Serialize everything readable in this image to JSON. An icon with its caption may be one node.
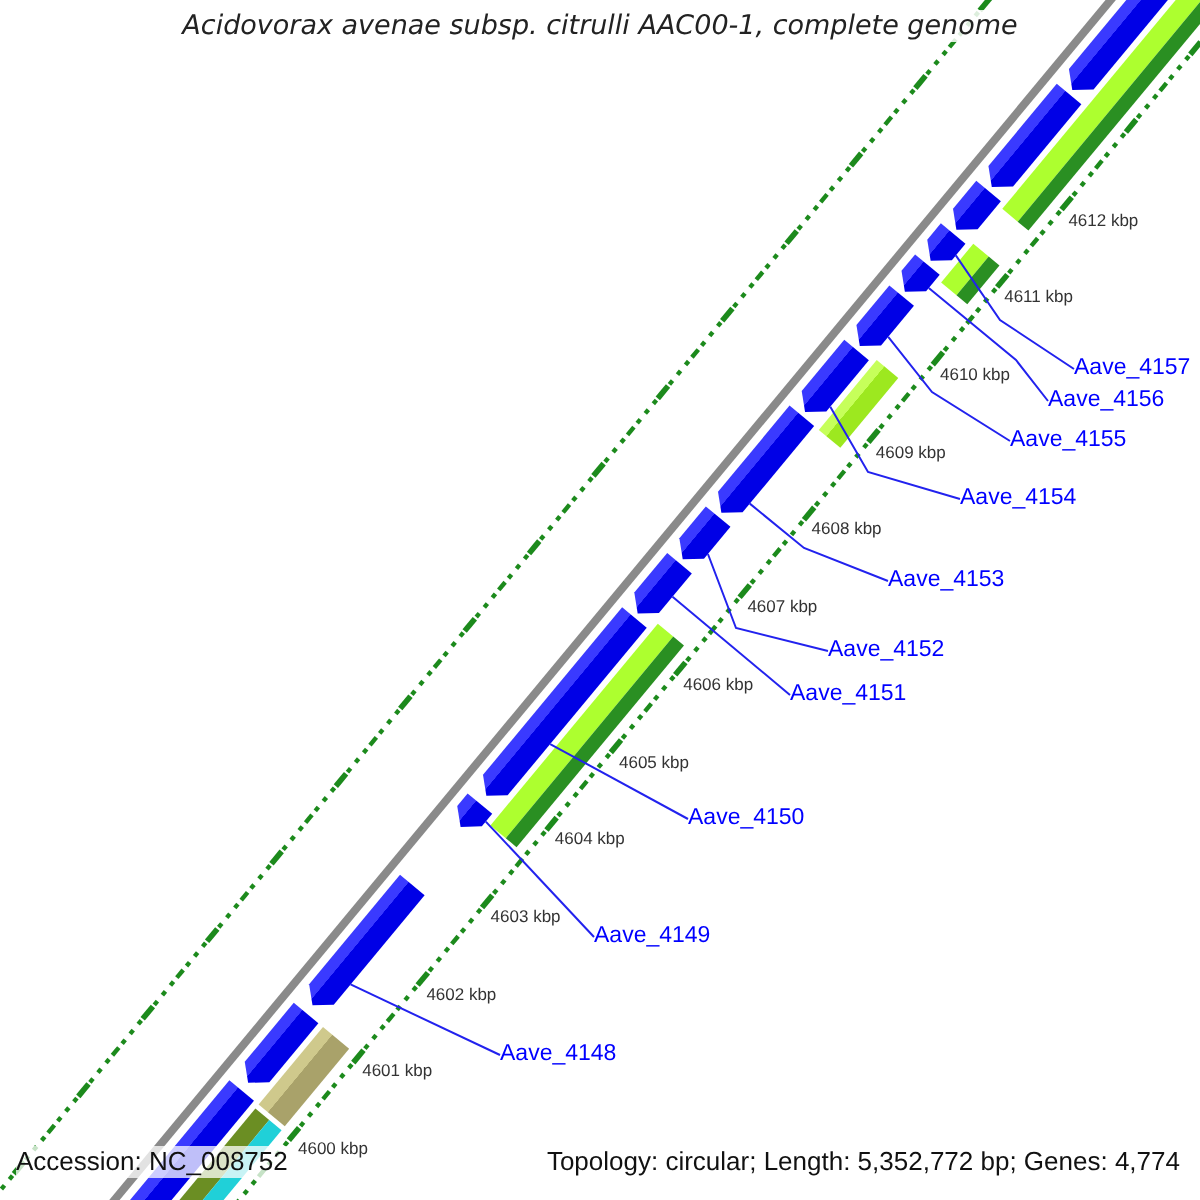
{
  "diagram": {
    "title": "Acidovorax avenae subsp. citrulli AAC00-1, complete genome",
    "nodes": [
      {
        "text": [
          "Aave_4157"
        ]
      },
      {
        "text": [
          "Aave_4156"
        ]
      },
      {
        "text": [
          "Aave_4155"
        ]
      },
      {
        "text": [
          "Aave_4154"
        ]
      },
      {
        "text": [
          "Aave_4153"
        ]
      },
      {
        "text": [
          "Aave_4152"
        ]
      },
      {
        "text": [
          "Aave_4151"
        ]
      },
      {
        "text": [
          "Aave_4150"
        ]
      },
      {
        "text": [
          "Aave_4149"
        ]
      },
      {
        "text": [
          "Aave_4148"
        ]
      },
      {
        "text": [],
        "shape": "arrow"
      },
      {
        "text": [],
        "shape": "arrow"
      },
      {
        "text": [],
        "shape": "arrow"
      },
      {
        "text": [],
        "shape": "arrow"
      },
      {
        "text": [],
        "shape": "arrow"
      },
      {
        "text": [],
        "shape": "arrow"
      },
      {
        "text": [],
        "shape": "arrow"
      },
      {
        "text": [],
        "shape": "arrow"
      },
      {
        "text": [],
        "shape": "arrow"
      },
      {
        "text": [],
        "shape": "arrow"
      }
    ],
    "edges": [
      {
        "from": 0,
        "to": 19,
        "arrow": "none"
      },
      {
        "from": 1,
        "to": 18,
        "arrow": "none"
      },
      {
        "from": 2,
        "to": 17,
        "arrow": "none"
      },
      {
        "from": 3,
        "to": 16,
        "arrow": "none"
      },
      {
        "from": 4,
        "to": 15,
        "arrow": "none"
      },
      {
        "from": 5,
        "to": 14,
        "arrow": "none"
      },
      {
        "from": 6,
        "to": 13,
        "arrow": "none"
      },
      {
        "from": 7,
        "to": 12,
        "arrow": "none"
      },
      {
        "from": 8,
        "to": 11,
        "arrow": "none"
      },
      {
        "from": 9,
        "to": 10,
        "arrow": "none"
      }
    ],
    "labels": [
      "4612 kbp",
      "4611 kbp",
      "4610 kbp",
      "4609 kbp",
      "4608 kbp",
      "4607 kbp",
      "4606 kbp",
      "4605 kbp",
      "4604 kbp",
      "4603 kbp",
      "4602 kbp",
      "4601 kbp",
      "4600 kbp",
      "Accession: NC_008752",
      "Topology: circular; Length: 5,352,772 bp; Genes: 4,774"
    ]
  }
}
